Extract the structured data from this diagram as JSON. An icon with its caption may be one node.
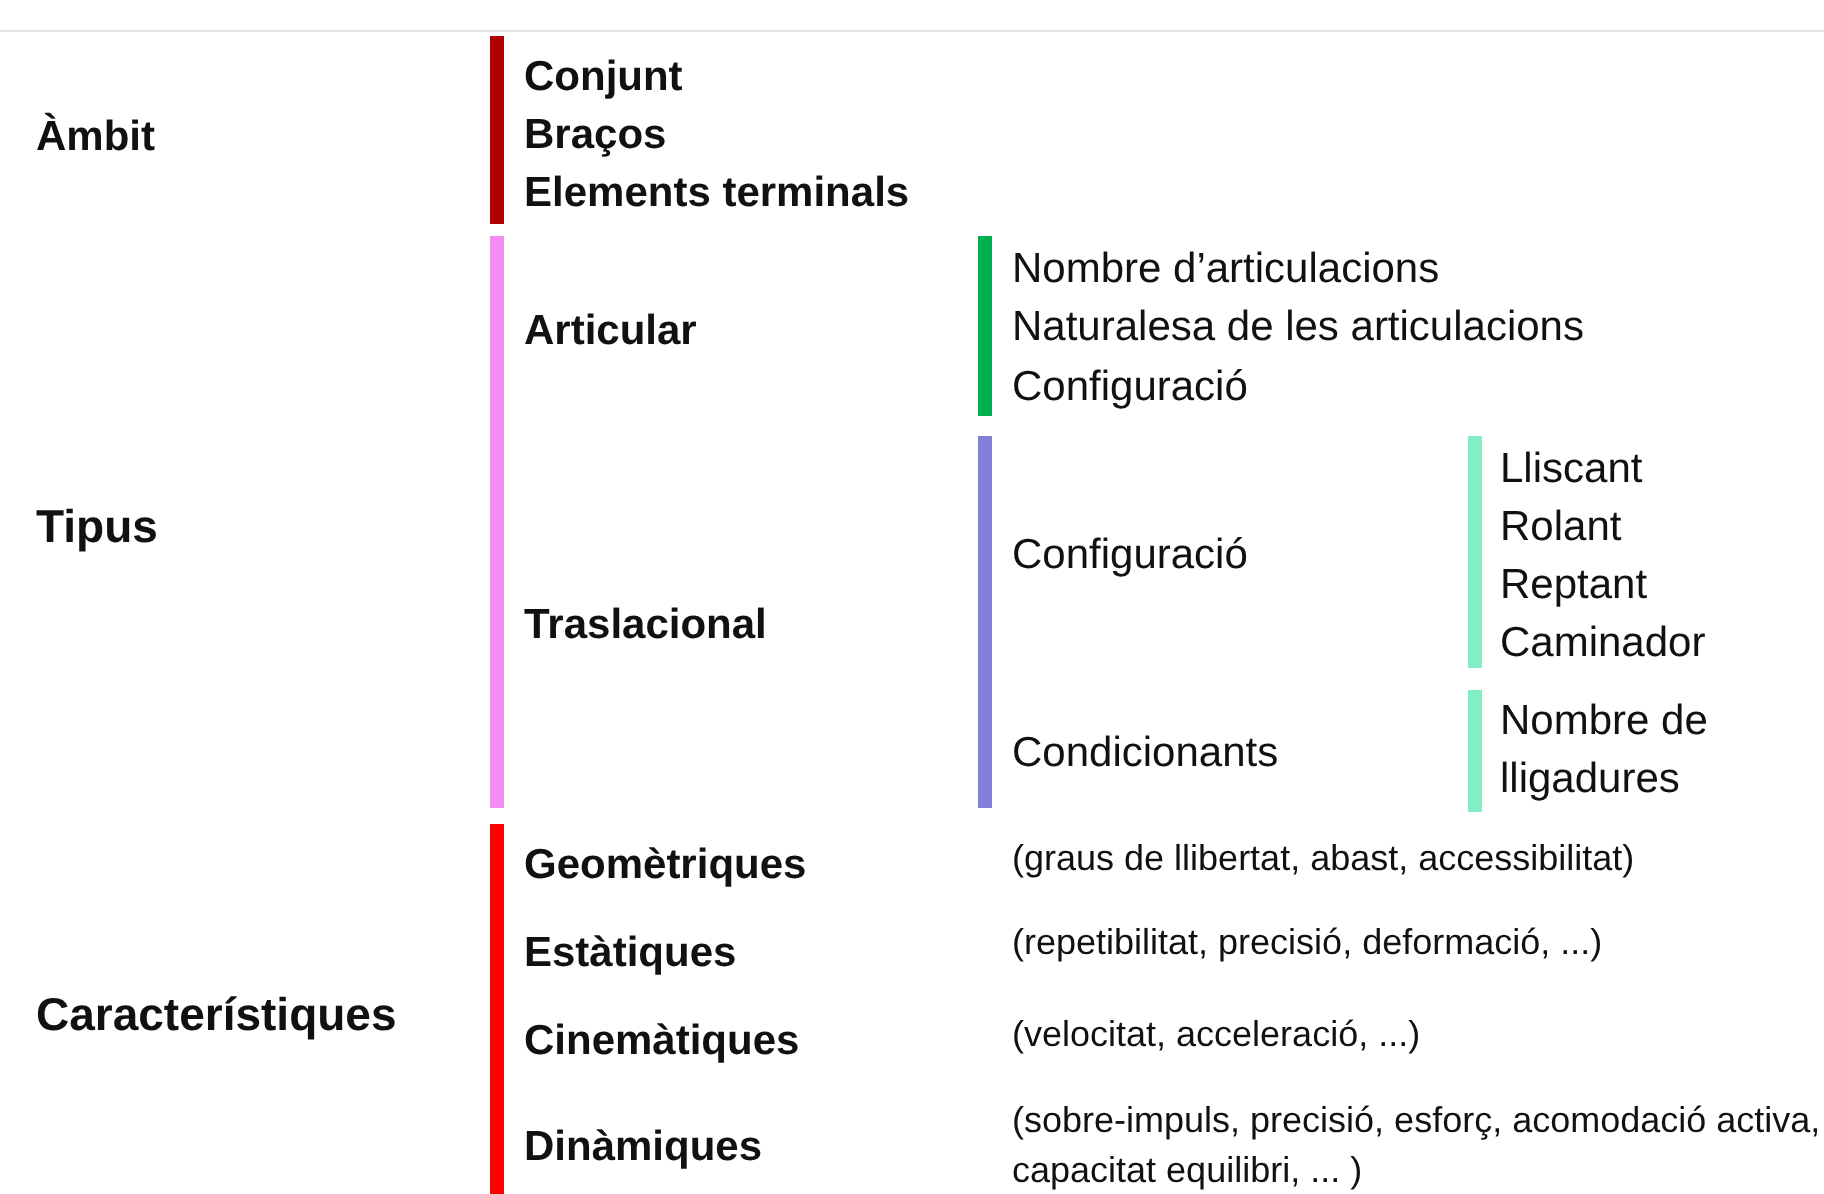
{
  "diagram": {
    "labels": [
      "Àmbit",
      "Conjunt",
      "Braços",
      "Elements terminals",
      "Articular",
      "Nombre d’articulacions",
      "Naturalesa de les articulacions",
      "Configuració",
      "Tipus",
      "Configuració",
      "Lliscant",
      "Rolant",
      "Reptant",
      "Caminador",
      "Traslacional",
      "Condicionants",
      "Nombre de lligadures",
      "Geomètriques",
      "(graus de llibertat, abast, accessibilitat)",
      "Estàtiques",
      "(repetibilitat, precisió, deformació, ...)",
      "Característiques",
      "Cinemàtiques",
      "(velocitat, acceleració, ...)",
      "Dinàmiques",
      "(sobre-impuls, precisió, esforç, acomodació activa, capacitat equilibri, ... )"
    ]
  }
}
